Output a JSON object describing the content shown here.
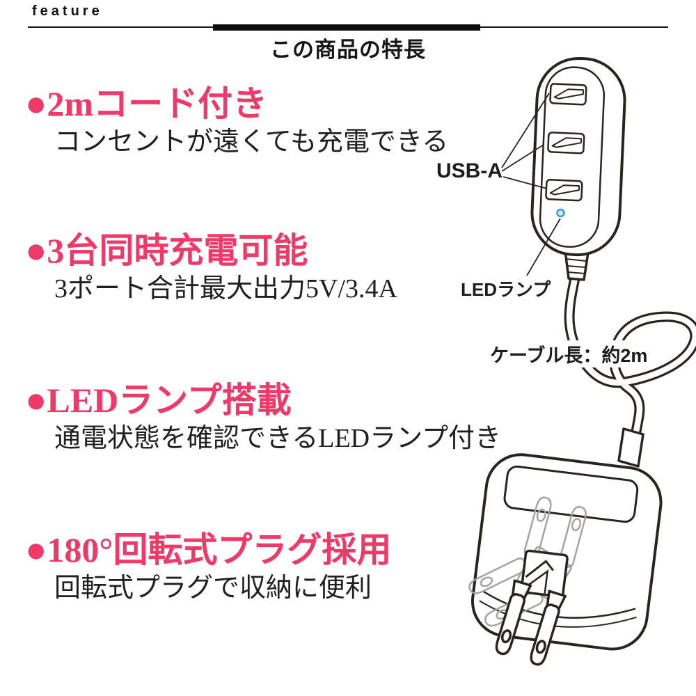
{
  "header": {
    "eyebrow": "feature",
    "title": "この商品の特長"
  },
  "features": [
    {
      "bullet": "●",
      "heading": "2mコード付き",
      "description": "コンセントが遠くても充電できる"
    },
    {
      "bullet": "●",
      "heading": "3台同時充電可能",
      "description": "3ポート合計最大出力5V/3.4A"
    },
    {
      "bullet": "●",
      "heading": "LEDランプ搭載",
      "description": "通電状態を確認できるLEDランプ付き"
    },
    {
      "bullet": "●",
      "heading": "180°回転式プラグ採用",
      "description": "回転式プラグで収納に便利"
    }
  ],
  "diagram": {
    "labels": {
      "usb": "USB-A",
      "led": "LEDランプ",
      "cable": "ケーブル長：約2m"
    },
    "usb_port_count": 3
  },
  "colors": {
    "accent_pink": "#ee3a68",
    "line_art": "#2a2421",
    "led_blue": "#3e98d3"
  }
}
